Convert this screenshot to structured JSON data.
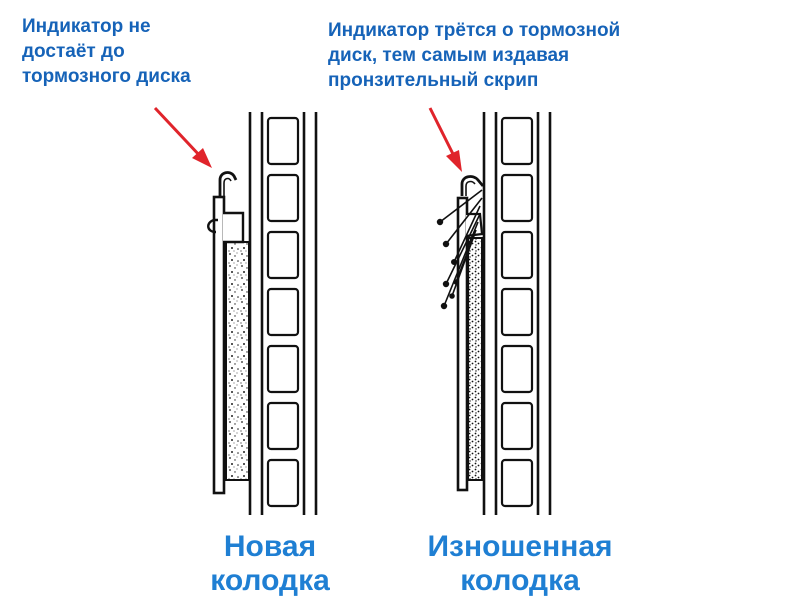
{
  "left_panel": {
    "annotation_lines": [
      "Индикатор не",
      "достаёт до",
      "тормозного диска"
    ],
    "caption_lines": [
      "Новая",
      "колодка"
    ]
  },
  "right_panel": {
    "annotation_lines": [
      "Индикатор трётся о тормозной",
      "диск, тем самым издавая",
      "пронзительный скрип"
    ],
    "caption_lines": [
      "Изношенная",
      "колодка"
    ]
  },
  "colors": {
    "annotation_text": "#1663b8",
    "caption_text": "#1f7fd3",
    "arrow": "#e0242b",
    "line_art": "#111111"
  },
  "icons": [
    "red-arrow-icon",
    "spark-icon"
  ]
}
